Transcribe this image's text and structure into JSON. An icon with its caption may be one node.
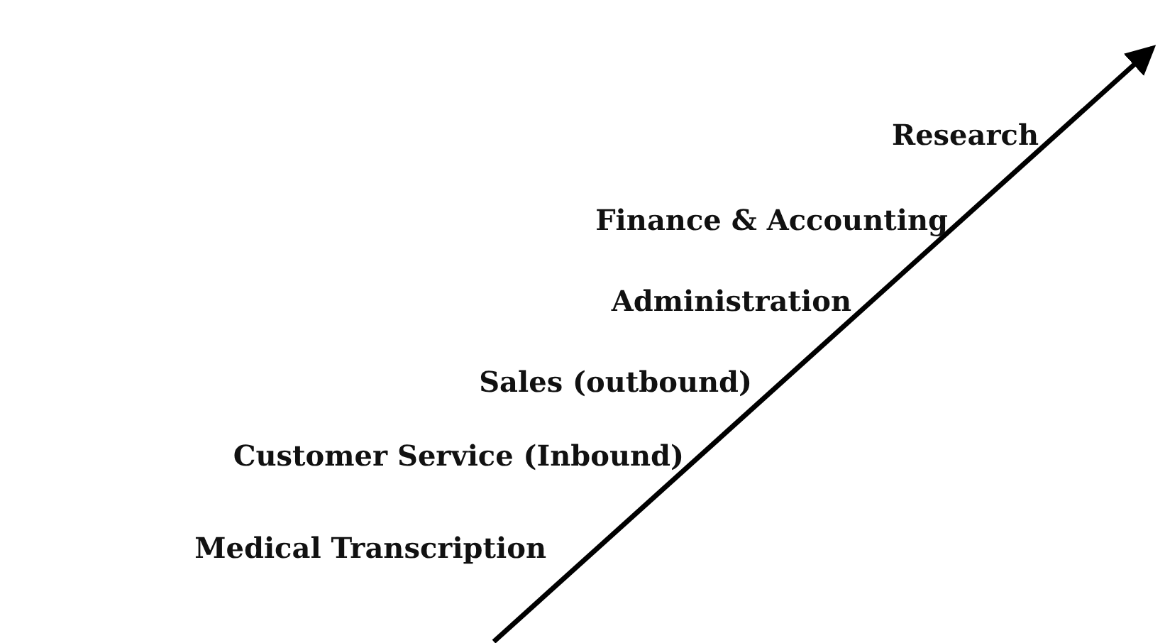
{
  "diagram": {
    "labels": [
      "Research",
      "Finance & Accounting",
      "Administration",
      "Sales (outbound)",
      "Customer Service (Inbound)",
      "Medical Transcription"
    ]
  }
}
